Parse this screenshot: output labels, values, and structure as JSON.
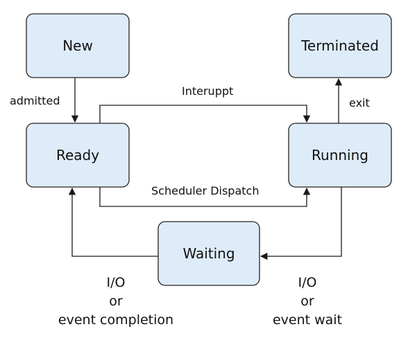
{
  "diagram": {
    "nodes": {
      "new": "New",
      "terminated": "Terminated",
      "ready": "Ready",
      "running": "Running",
      "waiting": "Waiting"
    },
    "edges": {
      "admitted": "admitted",
      "interrupt": "Interuppt",
      "exit": "exit",
      "scheduler_dispatch": "Scheduler Dispatch",
      "io_completion": [
        "I/O",
        "or",
        "event completion"
      ],
      "io_wait": [
        "I/O",
        "or",
        "event wait"
      ]
    }
  },
  "colors": {
    "node_fill": "#deecf9",
    "node_stroke": "#222222",
    "line": "#1a1a1a"
  }
}
